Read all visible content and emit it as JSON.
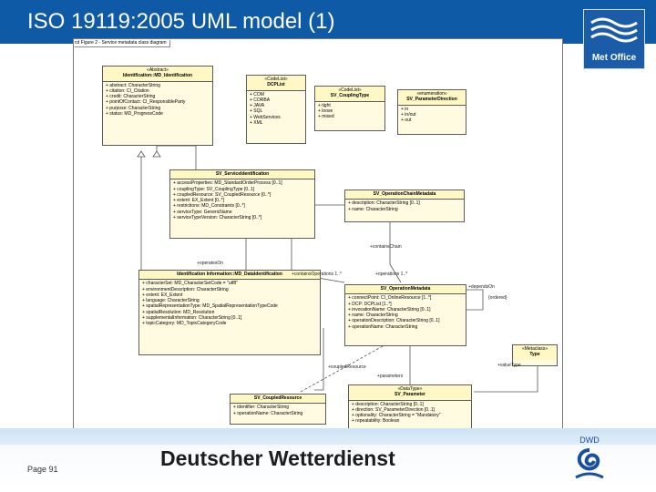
{
  "slide": {
    "title": "ISO 19119:2005 UML model (1)",
    "page_label": "Page 91",
    "footer_brand": "Deutscher Wetterdienst",
    "logo_text": "Met Office",
    "dwd_text": "DWD"
  },
  "diagram": {
    "frame_label": "cd Figure 2 - Service metadata class diagram",
    "classes": {
      "abstract": {
        "stereotype": "«Abstract»",
        "name": "Identification::MD_Identification",
        "attrs": [
          "+ abstract: CharacterString",
          "+ citation: CI_Citation",
          "+ credit: CharacterString",
          "+ pointOfContact: CI_ResponsibleParty",
          "+ purpose: CharacterString",
          "+ status: MD_ProgressCode"
        ]
      },
      "coupling": {
        "stereotype": "«CodeList»",
        "name": "DCPList",
        "attrs": [
          "+ COM",
          "+ CORBA",
          "+ JAVA",
          "+ SQL",
          "+ WebServices",
          "+ XML"
        ]
      },
      "coupledtype": {
        "stereotype": "«CodeList»",
        "name": "SV_CouplingType",
        "attrs": [
          "+ tight",
          "+ loose",
          "+ mixed"
        ]
      },
      "paramdir": {
        "stereotype": "«enumeration»",
        "name": "SV_ParameterDirection",
        "attrs": [
          "+ in",
          "+ in/out",
          "+ out"
        ]
      },
      "serviceid": {
        "name": "SV_ServiceIdentification",
        "attrs": [
          "+ accessProperties: MD_StandardOrderProcess [0..1]",
          "+ couplingType: SV_CouplingType [0..1]",
          "+ coupledResource: SV_CoupledResource [0..*]",
          "+ extent: EX_Extent [0..*]",
          "+ restrictions: MD_Constraints [0..*]",
          "+ serviceType: GenericName",
          "+ serviceTypeVersion: CharacterString [0..*]"
        ]
      },
      "chainmeta": {
        "name": "SV_OperationChainMetadata",
        "attrs": [
          "+ description: CharacterString [0..1]",
          "+ name: CharacterString"
        ]
      },
      "dataid": {
        "name": "Identification Information::MD_DataIdentification",
        "attrs": [
          "+ characterSet: MD_CharacterSetCode = \"utf8\"",
          "+ environmentDescription: CharacterString",
          "+ extent: EX_Extent",
          "+ language: CharacterString",
          "+ spatialRepresentationType: MD_SpatialRepresentationTypeCode",
          "+ spatialResolution: MD_Resolution",
          "+ supplementalInformation: CharacterString [0..1]",
          "+ topicCategory: MD_TopicCategoryCode"
        ]
      },
      "opmeta": {
        "name": "SV_OperationMetadata",
        "attrs": [
          "+ connectPoint: CI_OnlineResource [1..*]",
          "+ DCP: DCPList [1..*]",
          "+ invocationName: CharacterString [0..1]",
          "+ name: CharacterString",
          "+ operationDescription: CharacterString [0..1]",
          "+ operationName: CharacterString"
        ]
      },
      "metaclass": {
        "stereotype": "«Metaclass»",
        "name": "Type",
        "attrs": []
      },
      "coupledres": {
        "name": "SV_CoupledResource",
        "attrs": [
          "+ identifier: CharacterString",
          "+ operationName: CharacterString"
        ]
      },
      "parameter": {
        "stereotype": "«DataType»",
        "name": "SV_Parameter",
        "attrs": [
          "+ description: CharacterString [0..1]",
          "+ direction: SV_ParameterDirection [0..1]",
          "+ optionality: CharacterString = \"Mandatory\"",
          "+ repeatability: Boolean"
        ]
      }
    },
    "labels": {
      "operatesOn": "+operatesOn",
      "chainingMeta": "+containsChain",
      "operations": "+operations 1..*",
      "dependsOn": "+dependsOn",
      "dependsOnLabel": "{ordered}",
      "parameters": "+parameters",
      "valueType": "+valueType",
      "coupledResource": "+coupledResource",
      "containsOp": "+containsOperations 1..*"
    }
  }
}
